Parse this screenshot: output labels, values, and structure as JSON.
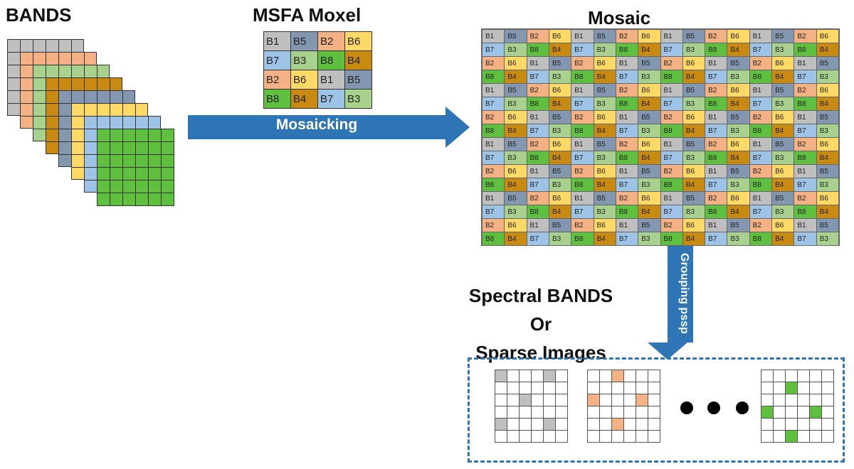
{
  "titles": {
    "bands": "BANDS",
    "moxel": "MSFA Moxel",
    "mosaic": "Mosaic",
    "spectral_line1": "Spectral BANDS",
    "spectral_line2": "Or",
    "spectral_line3": "Sparse Images"
  },
  "arrows": {
    "mosaicking": "Mosaicking",
    "grouping": "Grouping pssp"
  },
  "colors": {
    "B1": "#bfbfbf",
    "B2": "#f4b183",
    "B3": "#a9d18e",
    "B4": "#c98a12",
    "B5": "#8497b0",
    "B6": "#ffd966",
    "B7": "#9dc3e6",
    "B8": "#5fbf3f",
    "arrow": "#2e75b6"
  },
  "band_layers": [
    "B1",
    "B2",
    "B3",
    "B4",
    "B5",
    "B6",
    "B7",
    "B8"
  ],
  "moxel": [
    [
      "B1",
      "B5",
      "B2",
      "B6"
    ],
    [
      "B7",
      "B3",
      "B8",
      "B4"
    ],
    [
      "B2",
      "B6",
      "B1",
      "B5"
    ],
    [
      "B8",
      "B4",
      "B7",
      "B3"
    ]
  ],
  "mosaic_tile": {
    "even_row_a": [
      "B1",
      "B5",
      "B2",
      "B6"
    ],
    "odd_row": [
      "B7",
      "B3",
      "B8",
      "B4"
    ],
    "even_row_b": [
      "B2",
      "B6",
      "B1",
      "B5"
    ],
    "last_row": [
      "B8",
      "B4",
      "B7",
      "B3"
    ],
    "rows": 16,
    "cols": 16
  },
  "sparse_images": [
    {
      "band": "B1",
      "cells": [
        [
          0,
          0
        ],
        [
          0,
          4
        ],
        [
          2,
          2
        ],
        [
          4,
          0
        ],
        [
          4,
          4
        ]
      ]
    },
    {
      "band": "B2",
      "cells": [
        [
          0,
          2
        ],
        [
          2,
          0
        ],
        [
          2,
          4
        ],
        [
          4,
          2
        ]
      ]
    },
    {
      "band": "B8",
      "cells": [
        [
          1,
          2
        ],
        [
          3,
          0
        ],
        [
          3,
          4
        ],
        [
          5,
          2
        ]
      ]
    }
  ]
}
